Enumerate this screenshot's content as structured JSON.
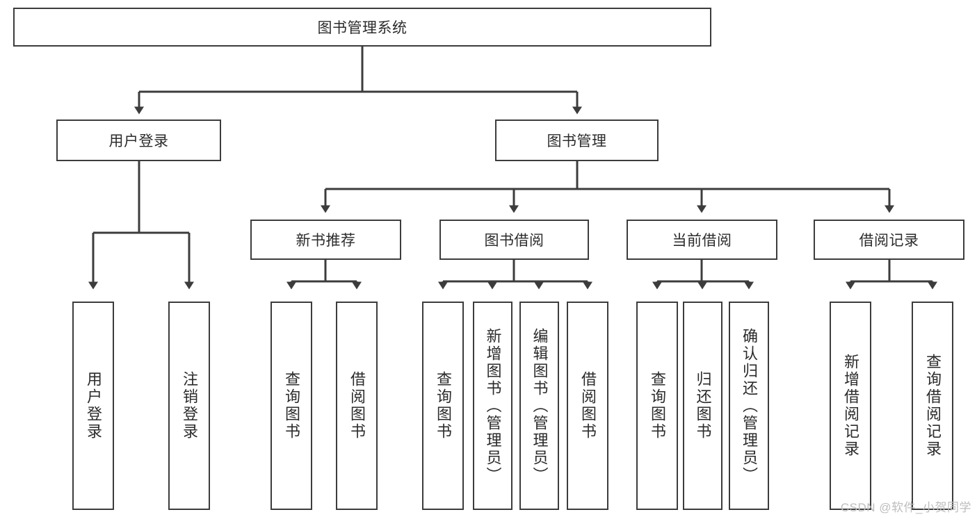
{
  "diagram": {
    "title": "图书管理系统",
    "stroke_color": "#3c3c3c",
    "text_color": "#2b2b2b",
    "background": "#ffffff",
    "root": {
      "label": "图书管理系统"
    },
    "level2": [
      {
        "label": "用户登录"
      },
      {
        "label": "图书管理"
      }
    ],
    "level3": [
      {
        "label": "新书推荐"
      },
      {
        "label": "图书借阅"
      },
      {
        "label": "当前借阅"
      },
      {
        "label": "借阅记录"
      }
    ],
    "leaves": {
      "user_login": [
        {
          "label": "用户登录"
        },
        {
          "label": "注销登录"
        }
      ],
      "new_book": [
        {
          "label": "查询图书"
        },
        {
          "label": "借阅图书"
        }
      ],
      "book_borrow": [
        {
          "label": "查询图书"
        },
        {
          "label": "新增图书（管理员）"
        },
        {
          "label": "编辑图书（管理员）"
        },
        {
          "label": "借阅图书"
        }
      ],
      "current_borrow": [
        {
          "label": "查询图书"
        },
        {
          "label": "归还图书"
        },
        {
          "label": "确认归还（管理员）"
        }
      ],
      "borrow_record": [
        {
          "label": "新增借阅记录"
        },
        {
          "label": "查询借阅记录"
        }
      ]
    }
  },
  "watermark": {
    "text": "CSDN @软件_小贺同学",
    "color": "#bdbdbd"
  }
}
